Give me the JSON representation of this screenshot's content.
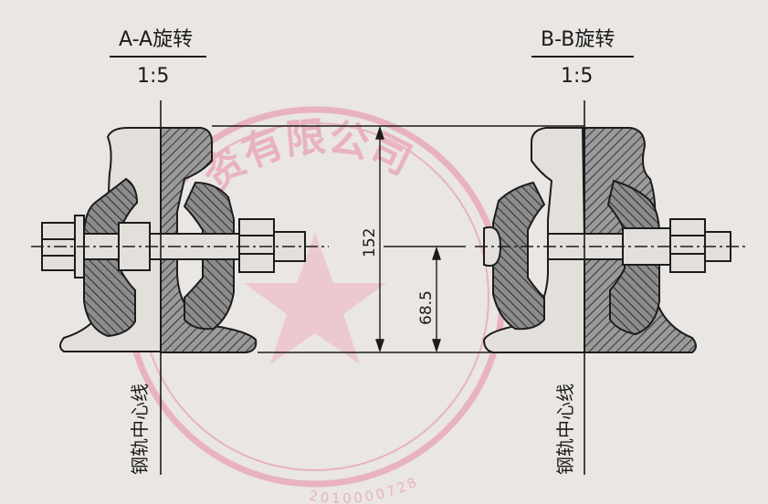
{
  "views": {
    "left": {
      "title": "A-A旋转",
      "scale": "1:5"
    },
    "right": {
      "title": "B-B旋转",
      "scale": "1:5"
    }
  },
  "dimensions": {
    "height": "152",
    "half_height": "68.5"
  },
  "labels": {
    "rail_centerline_left": "钢轨中心线",
    "rail_centerline_right": "钢轨中心线"
  },
  "stamp": {
    "color": "#e88aa0",
    "text_fragment": "资有限公司",
    "number_fragment": "2010000728"
  },
  "colors": {
    "line": "#1c1c1c",
    "hatch_fill": "#8f8f8f",
    "paper": "#e9e6e3"
  }
}
